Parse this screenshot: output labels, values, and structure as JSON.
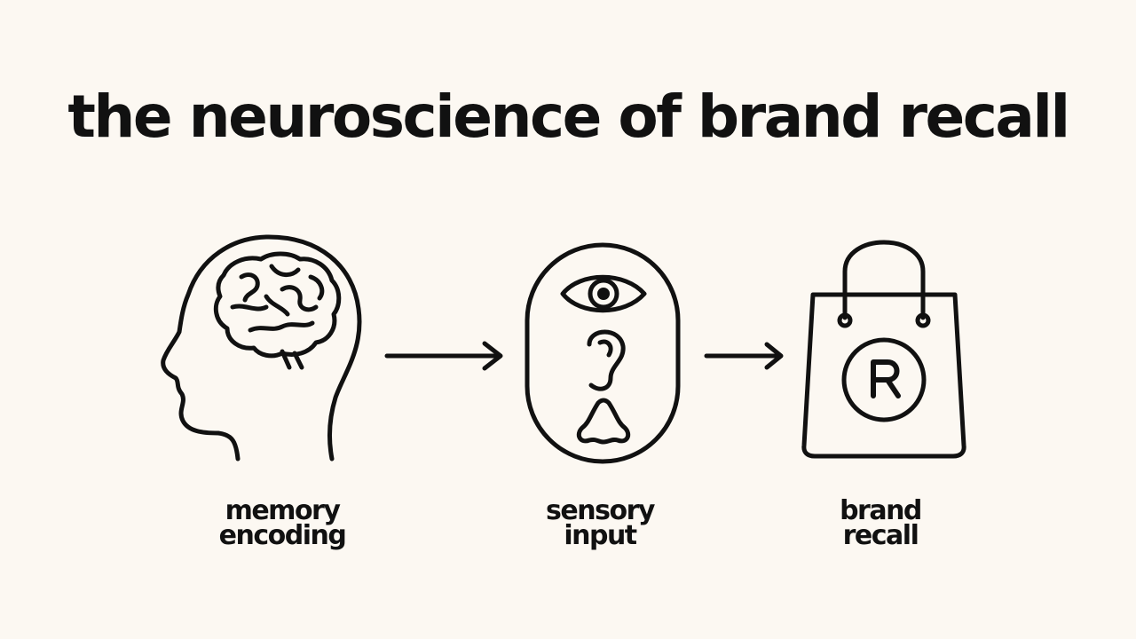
{
  "title": "the neuroscience of brand recall",
  "steps": [
    {
      "icon": "head-brain-icon",
      "label_line1": "memory",
      "label_line2": "encoding"
    },
    {
      "icon": "senses-icon",
      "label_line1": "sensory",
      "label_line2": "input"
    },
    {
      "icon": "shopping-bag-icon",
      "label_line1": "brand",
      "label_line2": "recall"
    }
  ],
  "colors": {
    "background": "#fcf8f2",
    "ink": "#111111"
  }
}
